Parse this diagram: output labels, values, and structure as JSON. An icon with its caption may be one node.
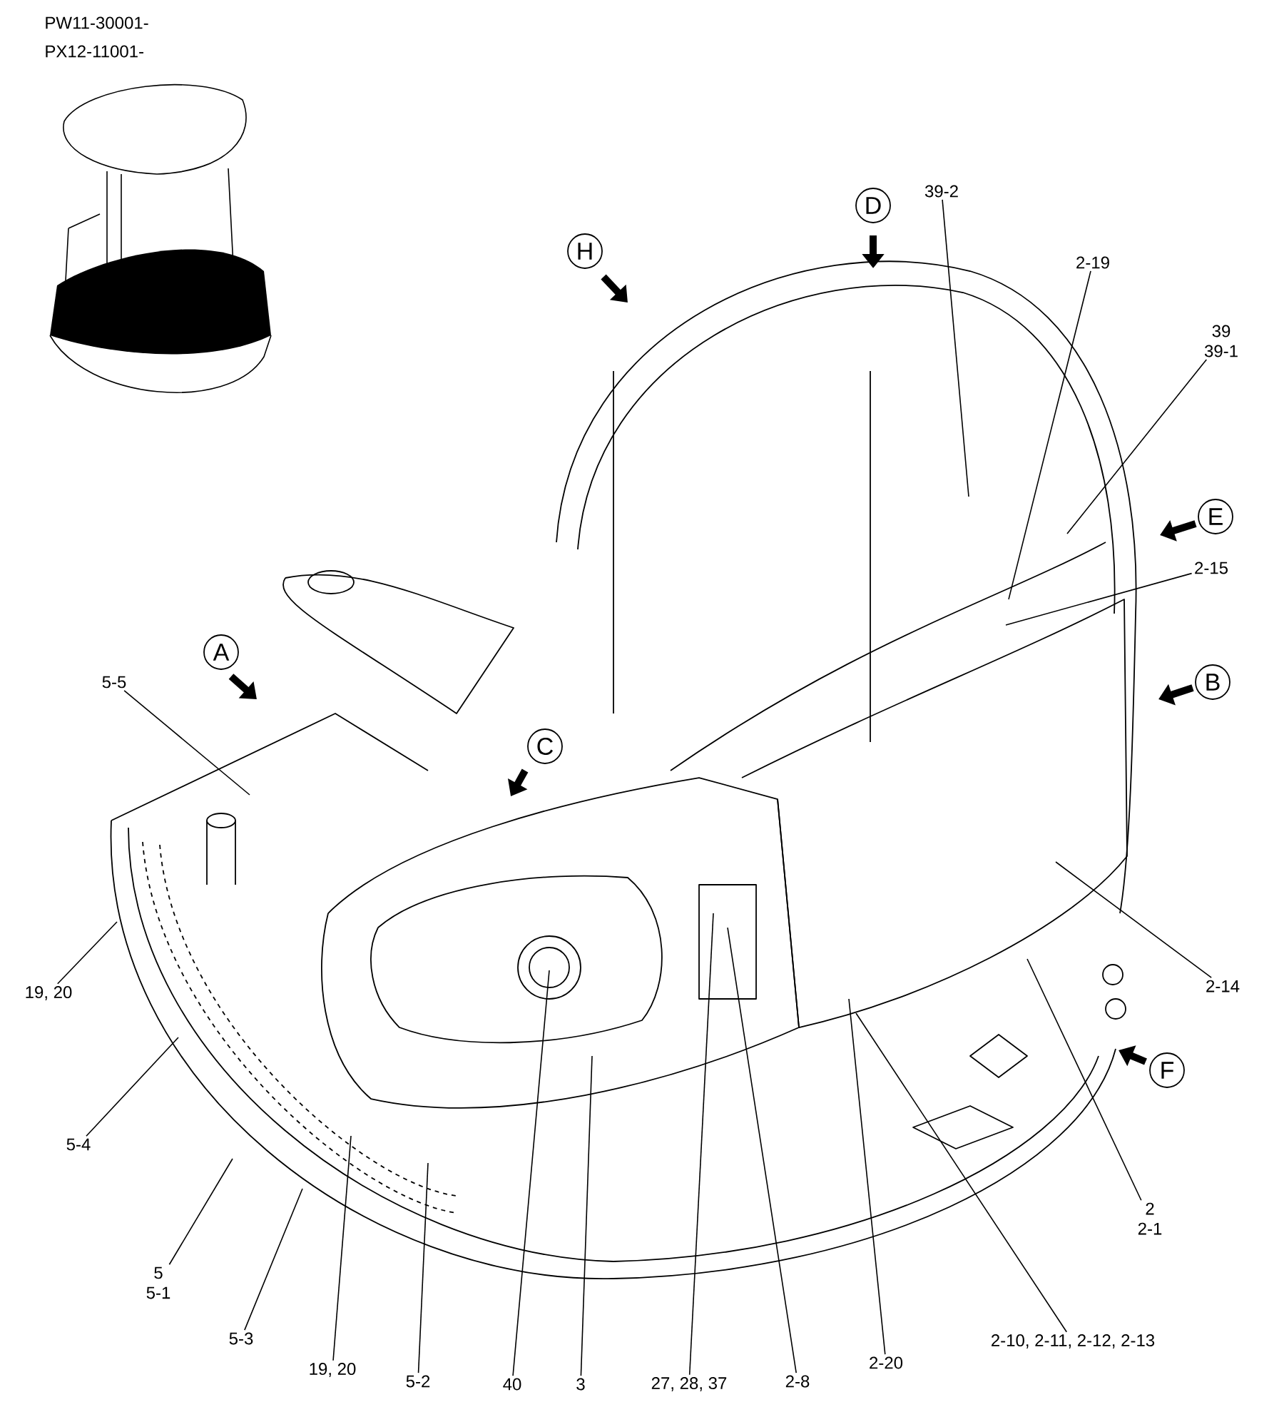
{
  "diagram": {
    "nodes": [
      {
        "text": [
          "5-5"
        ]
      },
      {
        "text": [
          "19, 20"
        ]
      },
      {
        "text": [
          "5-4"
        ]
      },
      {
        "text": [
          "5",
          "5-1"
        ]
      },
      {
        "text": [
          "5-3"
        ]
      },
      {
        "text": [
          "19, 20"
        ]
      },
      {
        "text": [
          "5-2"
        ]
      },
      {
        "text": [
          "40"
        ]
      },
      {
        "text": [
          "3"
        ]
      },
      {
        "text": [
          "27, 28, 37"
        ]
      },
      {
        "text": [
          "2-8"
        ]
      },
      {
        "text": [
          "2-20"
        ]
      },
      {
        "text": [
          "2-10, 2-11, 2-12, 2-13"
        ]
      },
      {
        "text": [
          "2",
          "2-1"
        ]
      },
      {
        "text": [
          "2-14"
        ]
      },
      {
        "text": [
          "2-15"
        ]
      },
      {
        "text": [
          "39",
          "39-1"
        ]
      },
      {
        "text": [
          "2-19"
        ]
      },
      {
        "text": [
          "39-2"
        ]
      },
      {
        "text": [
          "H"
        ]
      },
      {
        "text": [
          "D"
        ]
      },
      {
        "text": [
          "E"
        ]
      },
      {
        "text": [
          "A"
        ]
      },
      {
        "text": [
          "B"
        ]
      },
      {
        "text": [
          "C"
        ]
      },
      {
        "text": [
          "F"
        ]
      }
    ],
    "edges": [
      {
        "from": 0,
        "to": null,
        "arrow": "none"
      },
      {
        "from": 1,
        "to": null,
        "arrow": "none"
      },
      {
        "from": 2,
        "to": null,
        "arrow": "none"
      },
      {
        "from": 3,
        "to": null,
        "arrow": "none"
      },
      {
        "from": 4,
        "to": null,
        "arrow": "none"
      },
      {
        "from": 5,
        "to": null,
        "arrow": "none"
      },
      {
        "from": 6,
        "to": null,
        "arrow": "none"
      },
      {
        "from": 7,
        "to": null,
        "arrow": "none"
      },
      {
        "from": 8,
        "to": null,
        "arrow": "none"
      },
      {
        "from": 9,
        "to": null,
        "arrow": "none"
      },
      {
        "from": 10,
        "to": null,
        "arrow": "none"
      },
      {
        "from": 11,
        "to": null,
        "arrow": "none"
      },
      {
        "from": 12,
        "to": null,
        "arrow": "none"
      },
      {
        "from": 13,
        "to": null,
        "arrow": "none"
      },
      {
        "from": 14,
        "to": null,
        "arrow": "none"
      },
      {
        "from": 15,
        "to": null,
        "arrow": "none"
      },
      {
        "from": 16,
        "to": null,
        "arrow": "none"
      },
      {
        "from": 17,
        "to": null,
        "arrow": "none"
      },
      {
        "from": 18,
        "to": null,
        "arrow": "none"
      }
    ],
    "labels": [
      "PW11-30001-",
      "PX12-11001-"
    ]
  }
}
